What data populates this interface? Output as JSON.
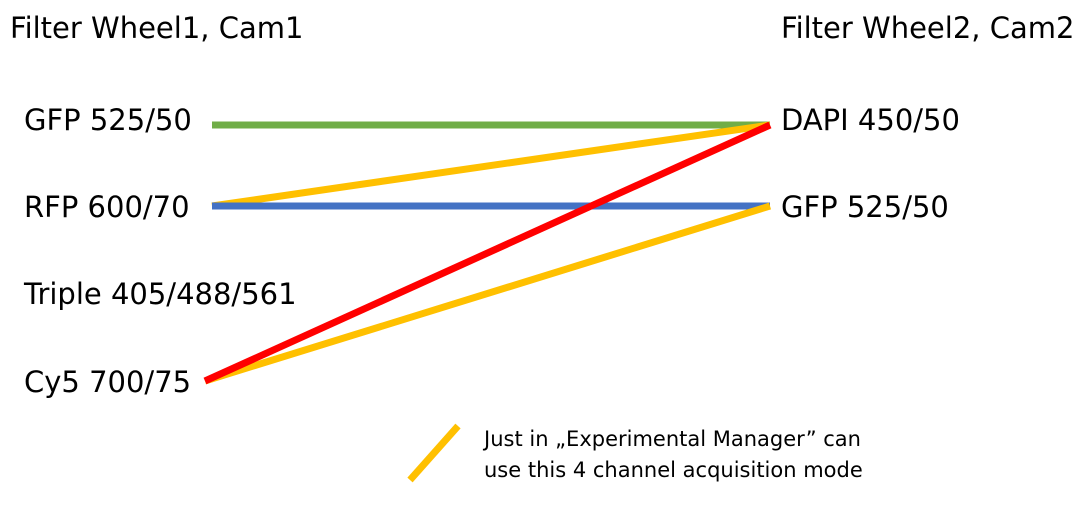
{
  "headers": {
    "left": "Filter Wheel1, Cam1",
    "right": "Filter Wheel2, Cam2"
  },
  "left_filters": [
    "GFP 525/50",
    "RFP 600/70",
    "Triple 405/488/561",
    "Cy5 700/75"
  ],
  "right_filters": [
    "DAPI 450/50",
    "GFP 525/50"
  ],
  "colors": {
    "green": "#70AD47",
    "blue": "#4472C4",
    "red": "#FF0000",
    "yellow": "#FFC000"
  },
  "connections": [
    {
      "from": "GFP 525/50",
      "to": "DAPI 450/50",
      "color": "green"
    },
    {
      "from": "RFP 600/70",
      "to": "GFP 525/50",
      "color": "blue"
    },
    {
      "from": "RFP 600/70",
      "to": "DAPI 450/50",
      "color": "yellow"
    },
    {
      "from": "Cy5 700/75",
      "to": "GFP 525/50",
      "color": "yellow"
    },
    {
      "from": "Cy5 700/75",
      "to": "DAPI 450/50",
      "color": "red"
    }
  ],
  "legend": {
    "color": "yellow",
    "line1": "Just in „Experimental Manager” can",
    "line2": "use this 4 channel acquisition mode"
  }
}
